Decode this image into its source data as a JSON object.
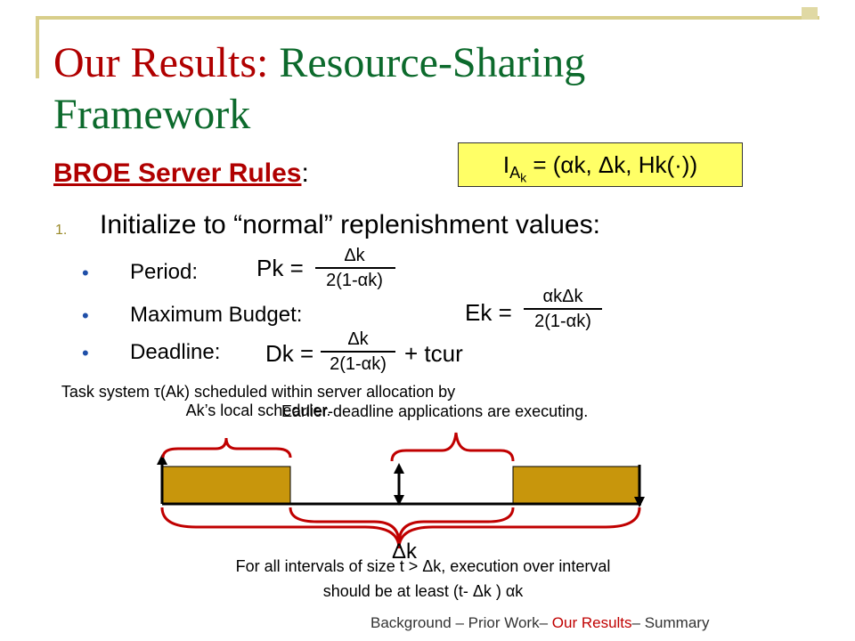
{
  "title": {
    "part1": "Our Results:",
    "part2": "Resource-Sharing Framework"
  },
  "subtitle": {
    "text": "BROE Server Rules",
    "colon": ":"
  },
  "interface_box": {
    "lhs": "I",
    "sub": "A",
    "subsub": "k",
    "rhs": "= (αk, Δk, Hk(·))"
  },
  "item1": {
    "number": "1.",
    "text": "Initialize to “normal” replenishment values:"
  },
  "bullets": [
    {
      "label": "Period:"
    },
    {
      "label": "Maximum Budget:"
    },
    {
      "label": "Deadline:"
    }
  ],
  "formulas": {
    "P_lhs": "Pk =",
    "P_num": "Δk",
    "P_den": "2(1-αk)",
    "E_lhs": "Ek =",
    "E_num": "αkΔk",
    "E_den": "2(1-αk)",
    "D_lhs": "Dk =",
    "D_num": "Δk",
    "D_den": "2(1-αk)",
    "D_plus": "+ tcur"
  },
  "notes": {
    "task_system": "Task system τ(Ak) scheduled within server allocation by Ak’s local scheduler.",
    "earlier": "Earlier-deadline applications are executing.",
    "intervals_line1": "For all intervals of size t > Δk, execution over interval",
    "intervals_line2": "should be at least (t- Δk ) αk",
    "delta_label": "Δk"
  },
  "footer": {
    "p1": "Background – Prior Work– ",
    "current": "Our Results",
    "p2": "– Summary"
  },
  "colors": {
    "title_red": "#b00000",
    "title_green": "#0c6a2c",
    "block": "#c8960c",
    "brace": "#c00000",
    "highlight": "#ffff66"
  }
}
